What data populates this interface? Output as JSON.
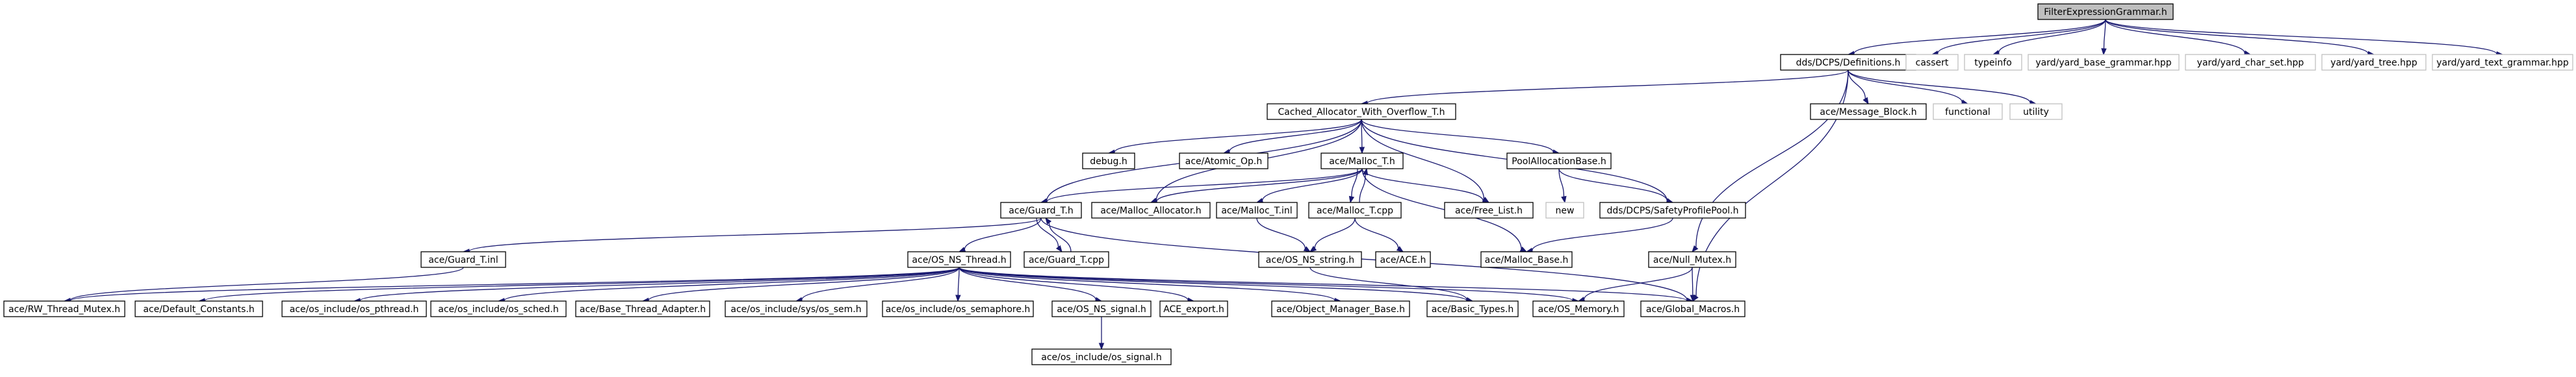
{
  "colors": {
    "edge": "#191970",
    "root_fill": "#bfbfbf",
    "node_border": "#000000",
    "missing_border": "#bfbfbf"
  },
  "nodes": [
    {
      "id": "root",
      "label": "FilterExpressionGrammar.h",
      "style": "root"
    },
    {
      "id": "definitions",
      "label": "dds/DCPS/Definitions.h",
      "style": "normal"
    },
    {
      "id": "cassert",
      "label": "cassert",
      "style": "missing"
    },
    {
      "id": "typeinfo",
      "label": "typeinfo",
      "style": "missing"
    },
    {
      "id": "yard_base",
      "label": "yard/yard_base_grammar.hpp",
      "style": "missing"
    },
    {
      "id": "yard_char",
      "label": "yard/yard_char_set.hpp",
      "style": "missing"
    },
    {
      "id": "yard_tree",
      "label": "yard/yard_tree.hpp",
      "style": "missing"
    },
    {
      "id": "yard_text",
      "label": "yard/yard_text_grammar.hpp",
      "style": "missing"
    },
    {
      "id": "cached",
      "label": "Cached_Allocator_With_Overflow_T.h",
      "style": "normal"
    },
    {
      "id": "msgblock",
      "label": "ace/Message_Block.h",
      "style": "normal"
    },
    {
      "id": "functional",
      "label": "functional",
      "style": "missing"
    },
    {
      "id": "utility",
      "label": "utility",
      "style": "missing"
    },
    {
      "id": "debug",
      "label": "debug.h",
      "style": "normal"
    },
    {
      "id": "atomic",
      "label": "ace/Atomic_Op.h",
      "style": "normal"
    },
    {
      "id": "mallocT",
      "label": "ace/Malloc_T.h",
      "style": "normal"
    },
    {
      "id": "poolalloc",
      "label": "PoolAllocationBase.h",
      "style": "normal"
    },
    {
      "id": "guardT",
      "label": "ace/Guard_T.h",
      "style": "normal"
    },
    {
      "id": "mallocalloc",
      "label": "ace/Malloc_Allocator.h",
      "style": "normal"
    },
    {
      "id": "mallocTinl",
      "label": "ace/Malloc_T.inl",
      "style": "normal"
    },
    {
      "id": "mallocTcpp",
      "label": "ace/Malloc_T.cpp",
      "style": "normal"
    },
    {
      "id": "freelist",
      "label": "ace/Free_List.h",
      "style": "normal"
    },
    {
      "id": "new",
      "label": "new",
      "style": "missing"
    },
    {
      "id": "safety",
      "label": "dds/DCPS/SafetyProfilePool.h",
      "style": "normal"
    },
    {
      "id": "guardTinl",
      "label": "ace/Guard_T.inl",
      "style": "normal"
    },
    {
      "id": "osnsthread",
      "label": "ace/OS_NS_Thread.h",
      "style": "normal"
    },
    {
      "id": "guardTcpp",
      "label": "ace/Guard_T.cpp",
      "style": "normal"
    },
    {
      "id": "osnsstring",
      "label": "ace/OS_NS_string.h",
      "style": "normal"
    },
    {
      "id": "aceh",
      "label": "ace/ACE.h",
      "style": "normal"
    },
    {
      "id": "mallocbase",
      "label": "ace/Malloc_Base.h",
      "style": "normal"
    },
    {
      "id": "nullmutex",
      "label": "ace/Null_Mutex.h",
      "style": "normal"
    },
    {
      "id": "rwmutex",
      "label": "ace/RW_Thread_Mutex.h",
      "style": "normal"
    },
    {
      "id": "defconst",
      "label": "ace/Default_Constants.h",
      "style": "normal"
    },
    {
      "id": "pthread",
      "label": "ace/os_include/os_pthread.h",
      "style": "normal"
    },
    {
      "id": "sched",
      "label": "ace/os_include/os_sched.h",
      "style": "normal"
    },
    {
      "id": "basethread",
      "label": "ace/Base_Thread_Adapter.h",
      "style": "normal"
    },
    {
      "id": "syssem",
      "label": "ace/os_include/sys/os_sem.h",
      "style": "normal"
    },
    {
      "id": "semaphore",
      "label": "ace/os_include/os_semaphore.h",
      "style": "normal"
    },
    {
      "id": "osnssignal",
      "label": "ace/OS_NS_signal.h",
      "style": "normal"
    },
    {
      "id": "aceexport",
      "label": "ACE_export.h",
      "style": "normal"
    },
    {
      "id": "objmgr",
      "label": "ace/Object_Manager_Base.h",
      "style": "normal"
    },
    {
      "id": "basictypes",
      "label": "ace/Basic_Types.h",
      "style": "normal"
    },
    {
      "id": "osmemory",
      "label": "ace/OS_Memory.h",
      "style": "normal"
    },
    {
      "id": "globalmacros",
      "label": "ace/Global_Macros.h",
      "style": "normal"
    },
    {
      "id": "ossignal",
      "label": "ace/os_include/os_signal.h",
      "style": "normal"
    }
  ],
  "edges": [
    [
      "root",
      "definitions"
    ],
    [
      "root",
      "cassert"
    ],
    [
      "root",
      "typeinfo"
    ],
    [
      "root",
      "yard_base"
    ],
    [
      "root",
      "yard_char"
    ],
    [
      "root",
      "yard_tree"
    ],
    [
      "root",
      "yard_text"
    ],
    [
      "definitions",
      "cached"
    ],
    [
      "definitions",
      "msgblock"
    ],
    [
      "definitions",
      "functional"
    ],
    [
      "definitions",
      "utility"
    ],
    [
      "definitions",
      "nullmutex"
    ],
    [
      "definitions",
      "globalmacros"
    ],
    [
      "cached",
      "debug"
    ],
    [
      "cached",
      "atomic"
    ],
    [
      "cached",
      "mallocT"
    ],
    [
      "cached",
      "poolalloc"
    ],
    [
      "cached",
      "guardT"
    ],
    [
      "cached",
      "mallocalloc"
    ],
    [
      "cached",
      "freelist"
    ],
    [
      "cached",
      "safety"
    ],
    [
      "mallocT",
      "guardT"
    ],
    [
      "mallocT",
      "mallocalloc"
    ],
    [
      "mallocT",
      "mallocTinl"
    ],
    [
      "mallocT",
      "mallocTcpp"
    ],
    [
      "mallocT",
      "freelist"
    ],
    [
      "mallocT",
      "mallocbase"
    ],
    [
      "mallocTcpp",
      "mallocT"
    ],
    [
      "mallocTcpp",
      "osnsstring"
    ],
    [
      "mallocTcpp",
      "aceh"
    ],
    [
      "mallocTinl",
      "osnsstring"
    ],
    [
      "poolalloc",
      "new"
    ],
    [
      "poolalloc",
      "safety"
    ],
    [
      "safety",
      "mallocbase"
    ],
    [
      "guardT",
      "guardTinl"
    ],
    [
      "guardT",
      "osnsthread"
    ],
    [
      "guardT",
      "guardTcpp"
    ],
    [
      "guardT",
      "globalmacros"
    ],
    [
      "guardTcpp",
      "guardT"
    ],
    [
      "guardTinl",
      "rwmutex"
    ],
    [
      "osnsthread",
      "rwmutex"
    ],
    [
      "osnsthread",
      "defconst"
    ],
    [
      "osnsthread",
      "pthread"
    ],
    [
      "osnsthread",
      "sched"
    ],
    [
      "osnsthread",
      "basethread"
    ],
    [
      "osnsthread",
      "syssem"
    ],
    [
      "osnsthread",
      "semaphore"
    ],
    [
      "osnsthread",
      "osnssignal"
    ],
    [
      "osnsthread",
      "aceexport"
    ],
    [
      "osnsthread",
      "objmgr"
    ],
    [
      "osnsthread",
      "basictypes"
    ],
    [
      "osnsthread",
      "osmemory"
    ],
    [
      "osnsthread",
      "globalmacros"
    ],
    [
      "osnssignal",
      "ossignal"
    ],
    [
      "osnsstring",
      "basictypes"
    ],
    [
      "nullmutex",
      "osmemory"
    ],
    [
      "nullmutex",
      "globalmacros"
    ]
  ]
}
